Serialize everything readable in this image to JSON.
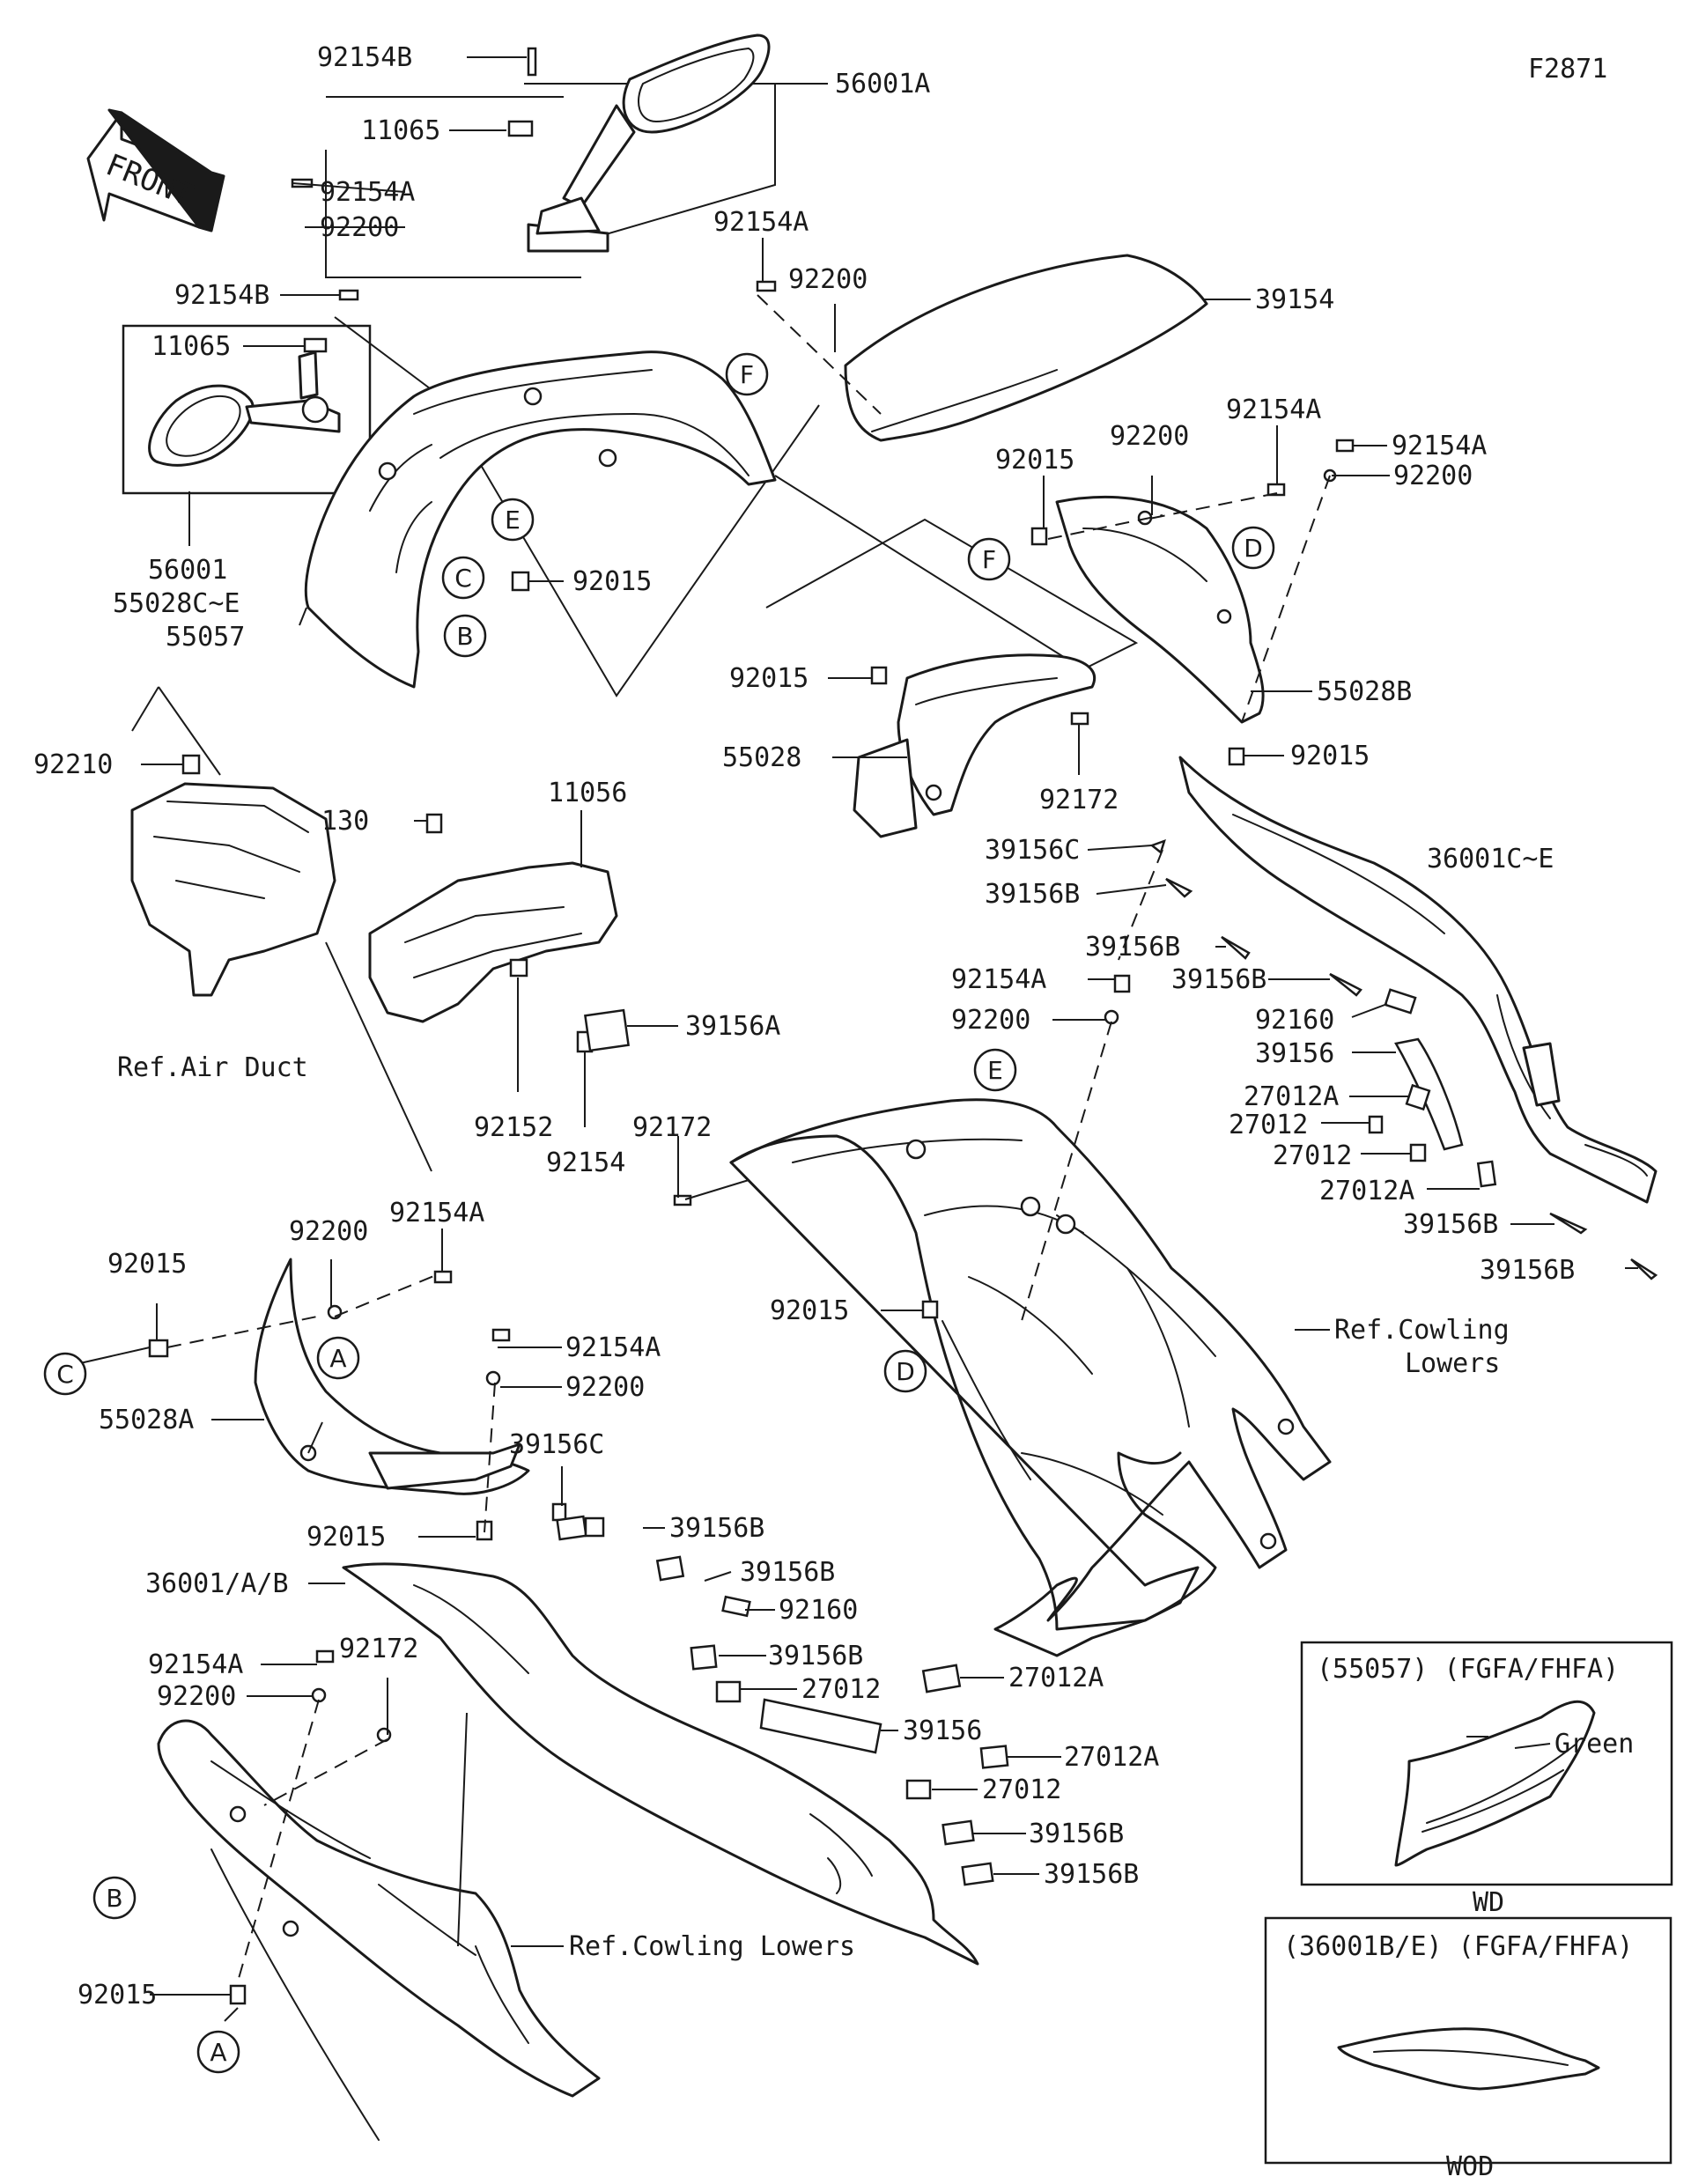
{
  "figure_code": "F2871",
  "front_label": "FRONT",
  "part_numbers": {
    "p92154B_mirror": "92154B",
    "p56001A": "56001A",
    "p11065_mirror": "11065",
    "p92154A_left": "92154A",
    "p92200_left": "92200",
    "p92154B_left": "92154B",
    "p11065_left": "11065",
    "p56001": "56001",
    "p55028CE": "55028C~E",
    "p55057": "55057",
    "p92015_front": "92015",
    "p92154A_screen": "92154A",
    "p92200_screen": "92200",
    "p39154": "39154",
    "p92154A_r1": "92154A",
    "p92154A_r2": "92154A",
    "p92200_r1": "92200",
    "p92200_r2": "92200",
    "p92015_F": "92015",
    "p55028B": "55028B",
    "p92015_r": "92015",
    "p92015_mid": "92015",
    "p55028": "55028",
    "p92172_mid": "92172",
    "p92210": "92210",
    "p130": "130",
    "p11056": "11056",
    "p39156A": "39156A",
    "p92152": "92152",
    "p92154": "92154",
    "p39156C_r": "39156C",
    "p36001CE": "36001C~E",
    "p39156B_r1": "39156B",
    "p39156B_r2": "39156B",
    "p39156B_r3": "39156B",
    "p92154A_c": "92154A",
    "p92200_c": "92200",
    "p92160_r": "92160",
    "p39156_r": "39156",
    "p27012A_r1": "27012A",
    "p27012_r1": "27012",
    "p27012_r2": "27012",
    "p27012A_r2": "27012A",
    "p39156B_r4": "39156B",
    "p39156B_r5": "39156B",
    "p92172_c": "92172",
    "p92015_D": "92015",
    "p92154A_l": "92154A",
    "p92200_l": "92200",
    "p92015_l": "92015",
    "p55028A": "55028A",
    "p92154A_l2": "92154A",
    "p92200_l2": "92200",
    "p39156C_l": "39156C",
    "p92015_l2": "92015",
    "p39156B_l1": "39156B",
    "p39156B_l2": "39156B",
    "p92160_l": "92160",
    "p36001AB": "36001/A/B",
    "p39156B_l3": "39156B",
    "p27012_l1": "27012",
    "p27012A_l1": "27012A",
    "p92154A_l3": "92154A",
    "p92172_l": "92172",
    "p92200_l3": "92200",
    "p39156_l": "39156",
    "p27012A_l2": "27012A",
    "p27012_l2": "27012",
    "p39156B_l4": "39156B",
    "p39156B_l5": "39156B",
    "p92015_l3": "92015"
  },
  "ref_labels": {
    "air_duct": "Ref.Air Duct",
    "cowling_lowers_1a": "Ref.Cowling",
    "cowling_lowers_1b": "Lowers",
    "cowling_lowers_2": "Ref.Cowling Lowers"
  },
  "callouts": {
    "F1": "F",
    "E1": "E",
    "C1": "C",
    "B1": "B",
    "F2": "F",
    "D1": "D",
    "E2": "E",
    "D2": "D",
    "A1": "A",
    "C2": "C",
    "B2": "B",
    "A2": "A"
  },
  "inset_wd": {
    "header": "(55057) (FGFA/FHFA)",
    "label": "Green",
    "caption": "WD"
  },
  "inset_wod": {
    "header": "(36001B/E) (FGFA/FHFA)",
    "caption": "WOD"
  }
}
